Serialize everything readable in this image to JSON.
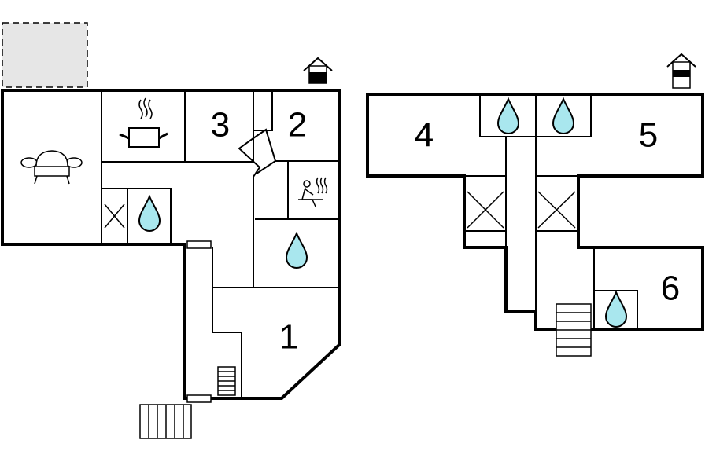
{
  "floors": [
    {
      "name": "floor-left",
      "rooms": [
        {
          "number": "1"
        },
        {
          "number": "2"
        },
        {
          "number": "3"
        }
      ],
      "icons": [
        "sofa-icon",
        "kitchen-pot-icon",
        "sauna-icon",
        "bathroom-drop-icon",
        "closet-cross-icon",
        "stairs-icon",
        "entrance-icon"
      ]
    },
    {
      "name": "floor-right",
      "rooms": [
        {
          "number": "4"
        },
        {
          "number": "5"
        },
        {
          "number": "6"
        }
      ],
      "icons": [
        "bathroom-drop-icon",
        "closet-cross-icon",
        "stairs-icon",
        "entrance-icon"
      ]
    }
  ],
  "colors": {
    "wall": "#000000",
    "water": "#a9e7ee",
    "terrace": "#e6e6e6"
  }
}
